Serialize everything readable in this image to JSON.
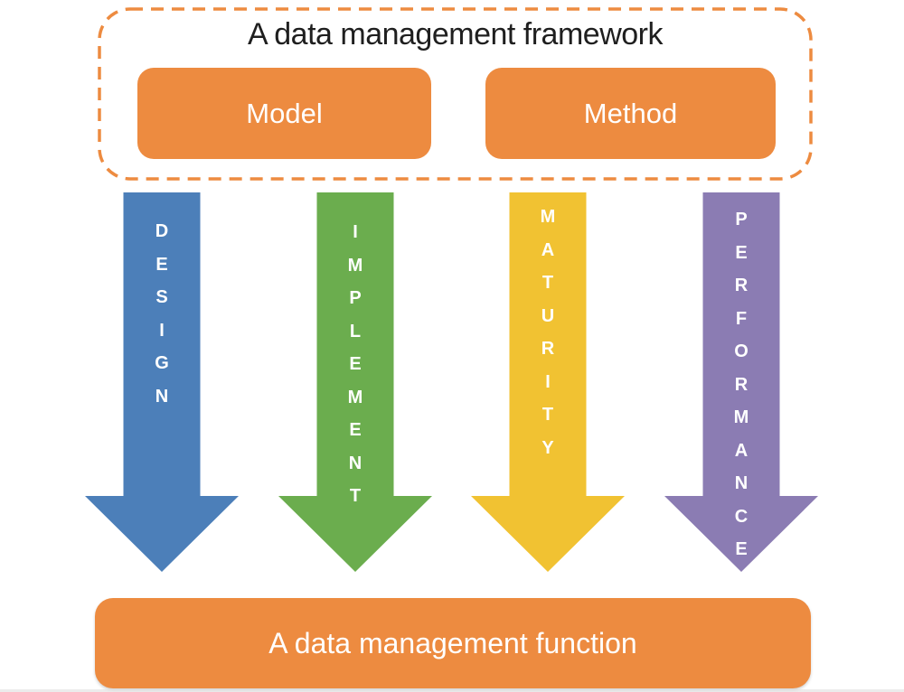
{
  "colors": {
    "orange": "#ED8B40",
    "blue": "#4C7FB9",
    "green": "#6BAD4E",
    "yellow": "#F1C232",
    "purple": "#8B7CB3",
    "title_text": "#1F1F1F",
    "box_text": "#FFFFFF",
    "background": "#FFFFFF"
  },
  "framework": {
    "title": "A data management framework",
    "model_label": "Model",
    "method_label": "Method"
  },
  "arrows": [
    {
      "word": "DESIGN",
      "color": "#4C7FB9",
      "letters": [
        "D",
        "E",
        "S",
        "I",
        "G",
        "N"
      ]
    },
    {
      "word": "IMPLEMENT",
      "color": "#6BAD4E",
      "letters": [
        "I",
        "M",
        "P",
        "L",
        "E",
        "M",
        "E",
        "N",
        "T"
      ]
    },
    {
      "word": "MATURITY",
      "color": "#F1C232",
      "letters": [
        "M",
        "A",
        "T",
        "U",
        "R",
        "I",
        "T",
        "Y"
      ]
    },
    {
      "word": "PERFORMANCE",
      "color": "#8B7CB3",
      "letters": [
        "P",
        "E",
        "R",
        "F",
        "O",
        "R",
        "M",
        "A",
        "N",
        "C",
        "E"
      ]
    }
  ],
  "function_bar": {
    "label": "A data management function"
  }
}
